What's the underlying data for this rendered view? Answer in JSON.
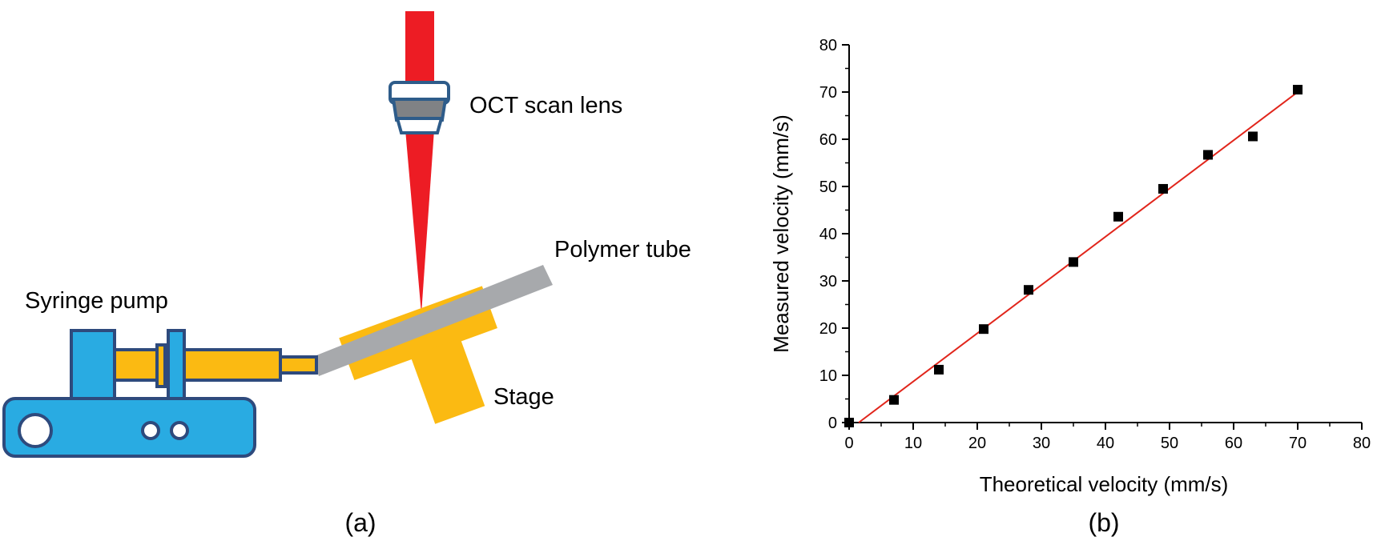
{
  "colors": {
    "beam": "#ED1C24",
    "pump_blue": "#29ABE2",
    "pump_outline": "#2E4A7D",
    "plunger_yellow": "#FBBA12",
    "stage_yellow": "#FBBA12",
    "tube_gray": "#A7A9AC",
    "lens_gray": "#808285",
    "lens_outline": "#2E5C8A",
    "fit_line": "#E1251B",
    "markers": "#000000"
  },
  "diagram": {
    "panel_label": "(a)",
    "labels": {
      "lens": "OCT scan lens",
      "tube": "Polymer tube",
      "pump": "Syringe pump",
      "stage": "Stage"
    },
    "icons": [
      "laser-beam",
      "scan-lens",
      "polymer-tube",
      "stage",
      "syringe-pump"
    ]
  },
  "chart_data": {
    "type": "scatter",
    "panel_label": "(b)",
    "xlabel": "Theoretical velocity (mm/s)",
    "ylabel": "Measured velocity (mm/s)",
    "xlim": [
      0,
      80
    ],
    "ylim": [
      0,
      80
    ],
    "xticks": [
      0,
      10,
      20,
      30,
      40,
      50,
      60,
      70,
      80
    ],
    "yticks": [
      0,
      10,
      20,
      30,
      40,
      50,
      60,
      70,
      80
    ],
    "grid": false,
    "legend": "none",
    "series": [
      {
        "marker": "square",
        "x": [
          0,
          7,
          14,
          21,
          28,
          35,
          42,
          49,
          56,
          63,
          70
        ],
        "y": [
          0,
          4.8,
          11.2,
          19.8,
          28.1,
          34.0,
          43.6,
          49.5,
          56.7,
          60.6,
          70.5
        ]
      }
    ],
    "fit_line": {
      "x": [
        1.5,
        70
      ],
      "y": [
        0,
        70
      ]
    }
  }
}
